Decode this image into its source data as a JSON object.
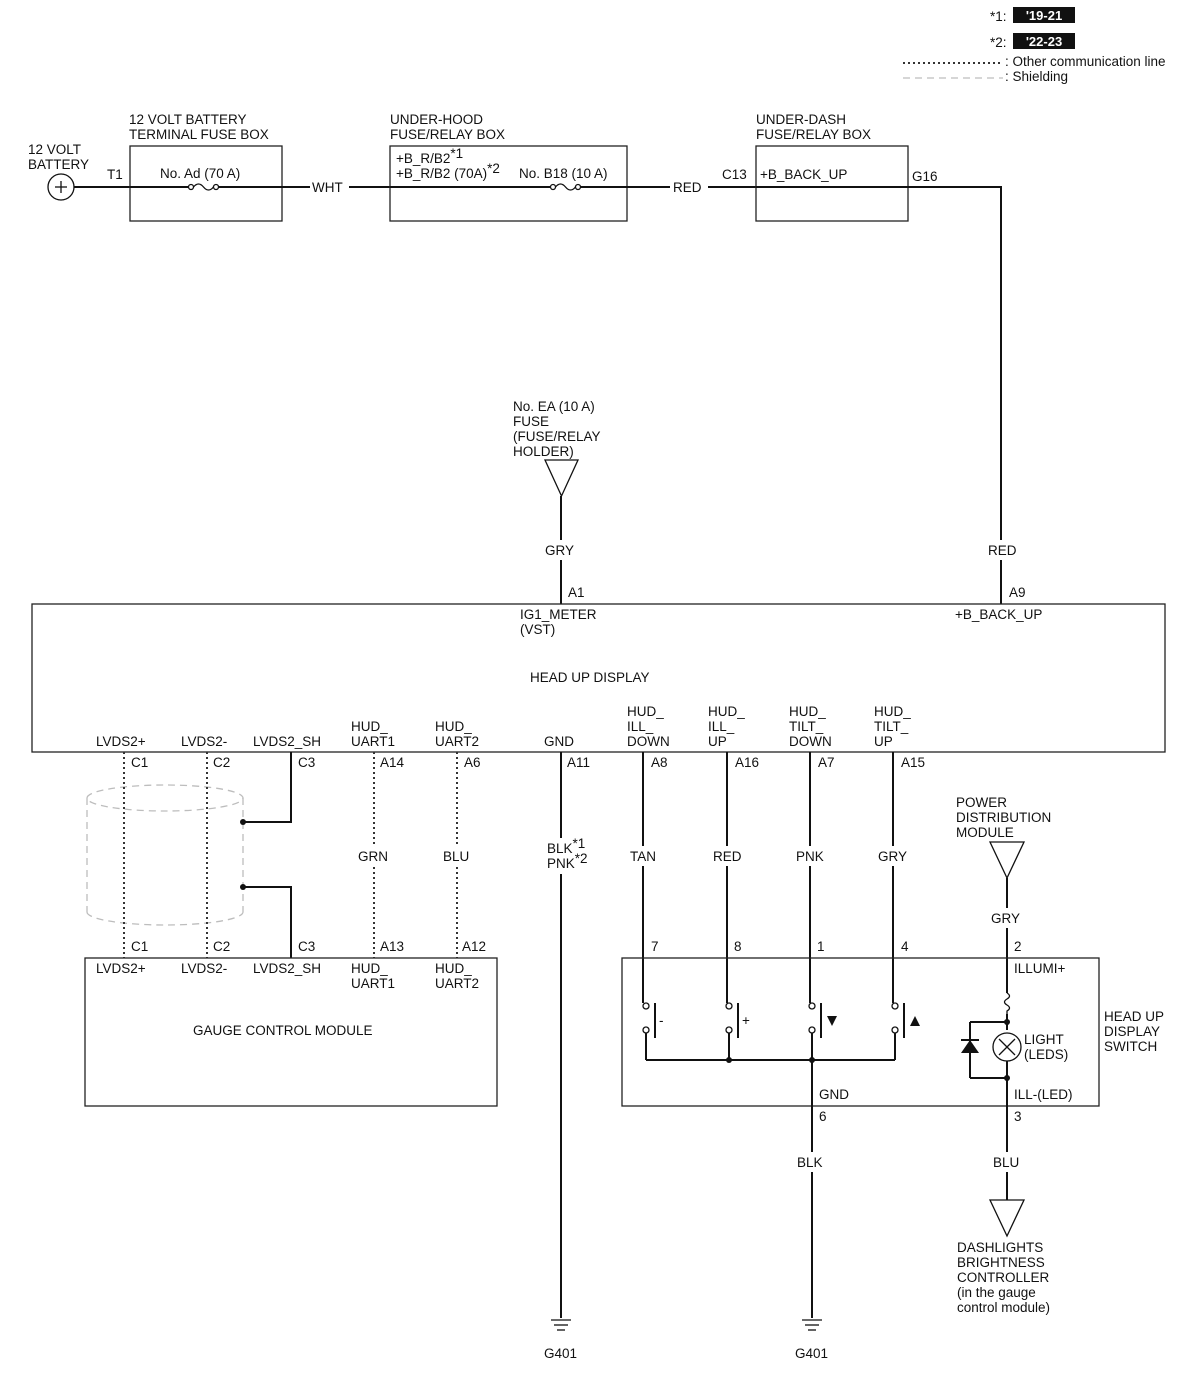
{
  "legend": {
    "note1_key": "*1:",
    "note1_years": "'19-21",
    "note2_key": "*2:",
    "note2_years": "'22-23",
    "comm_line": ": Other communication line",
    "shielding": ": Shielding"
  },
  "battery": {
    "line1": "12 VOLT",
    "line2": "BATTERY",
    "terminal": "T1"
  },
  "terminal_fuse_box": {
    "title1": "12 VOLT BATTERY",
    "title2": "TERMINAL FUSE BOX",
    "fuse": "No. Ad (70 A)"
  },
  "underhood_box": {
    "title1": "UNDER-HOOD",
    "title2": "FUSE/RELAY BOX",
    "label1": "+B_R/B2",
    "label1_sup": "*1",
    "label2": "+B_R/B2 (70A)",
    "label2_sup": "*2",
    "fuse": "No. B18 (10 A)"
  },
  "underdash_box": {
    "title1": "UNDER-DASH",
    "title2": "FUSE/RELAY BOX",
    "pin_in": "C13",
    "label": "+B_BACK_UP",
    "pin_out": "G16"
  },
  "wires": {
    "wht": "WHT",
    "red_top": "RED",
    "red_right": "RED",
    "gry_ig1": "GRY",
    "grn": "GRN",
    "blu_uart": "BLU",
    "blk1": "BLK",
    "blk1_sup": "*1",
    "pnk2": "PNK",
    "pnk2_sup": "*2",
    "tan": "TAN",
    "red_ill_up": "RED",
    "pnk_tilt_down": "PNK",
    "gry_tilt_up": "GRY",
    "gry_pdm": "GRY",
    "blk_switch": "BLK",
    "blu_switch": "BLU"
  },
  "fuse_ea": {
    "line1": "No. EA (10 A)",
    "line2": "FUSE",
    "line3": "(FUSE/RELAY",
    "line4": "HOLDER)"
  },
  "hud": {
    "title": "HEAD UP DISPLAY",
    "pin_a1": "A1",
    "ig1": "IG1_METER",
    "vst": "(VST)",
    "pin_a9": "A9",
    "backup": "+B_BACK_UP",
    "bottom_pins": [
      {
        "label": [
          "LVDS2+"
        ],
        "pin": "C1"
      },
      {
        "label": [
          "LVDS2-"
        ],
        "pin": "C2"
      },
      {
        "label": [
          "LVDS2_SH"
        ],
        "pin": "C3"
      },
      {
        "label": [
          "HUD_",
          "UART1"
        ],
        "pin": "A14"
      },
      {
        "label": [
          "HUD_",
          "UART2"
        ],
        "pin": "A6"
      },
      {
        "label": [
          "GND"
        ],
        "pin": "A11"
      },
      {
        "label": [
          "HUD_",
          "ILL_",
          "DOWN"
        ],
        "pin": "A8"
      },
      {
        "label": [
          "HUD_",
          "ILL_",
          "UP"
        ],
        "pin": "A16"
      },
      {
        "label": [
          "HUD_",
          "TILT_",
          "DOWN"
        ],
        "pin": "A7"
      },
      {
        "label": [
          "HUD_",
          "TILT_",
          "UP"
        ],
        "pin": "A15"
      }
    ]
  },
  "gauge": {
    "title": "GAUGE CONTROL MODULE",
    "pins": [
      {
        "pin": "C1",
        "label": [
          "LVDS2+"
        ]
      },
      {
        "pin": "C2",
        "label": [
          "LVDS2-"
        ]
      },
      {
        "pin": "C3",
        "label": [
          "LVDS2_SH"
        ]
      },
      {
        "pin": "A13",
        "label": [
          "HUD_",
          "UART1"
        ]
      },
      {
        "pin": "A12",
        "label": [
          "HUD_",
          "UART2"
        ]
      }
    ]
  },
  "pdm": {
    "line1": "POWER",
    "line2": "DISTRIBUTION",
    "line3": "MODULE"
  },
  "switch": {
    "title1": "HEAD UP",
    "title2": "DISPLAY",
    "title3": "SWITCH",
    "pins_top": [
      "7",
      "8",
      "1",
      "4",
      "2"
    ],
    "illumi": "ILLUMI+",
    "light1": "LIGHT",
    "light2": "(LEDS)",
    "gnd": "GND",
    "ill_led": "ILL-(LED)",
    "pin_gnd": "6",
    "pin_ill": "3",
    "sym_minus": "-",
    "sym_plus": "+"
  },
  "dashlights": {
    "line1": "DASHLIGHTS",
    "line2": "BRIGHTNESS",
    "line3": "CONTROLLER",
    "line4": "(in the gauge",
    "line5": "control module)"
  },
  "grounds": {
    "g1": "G401",
    "g2": "G401"
  }
}
